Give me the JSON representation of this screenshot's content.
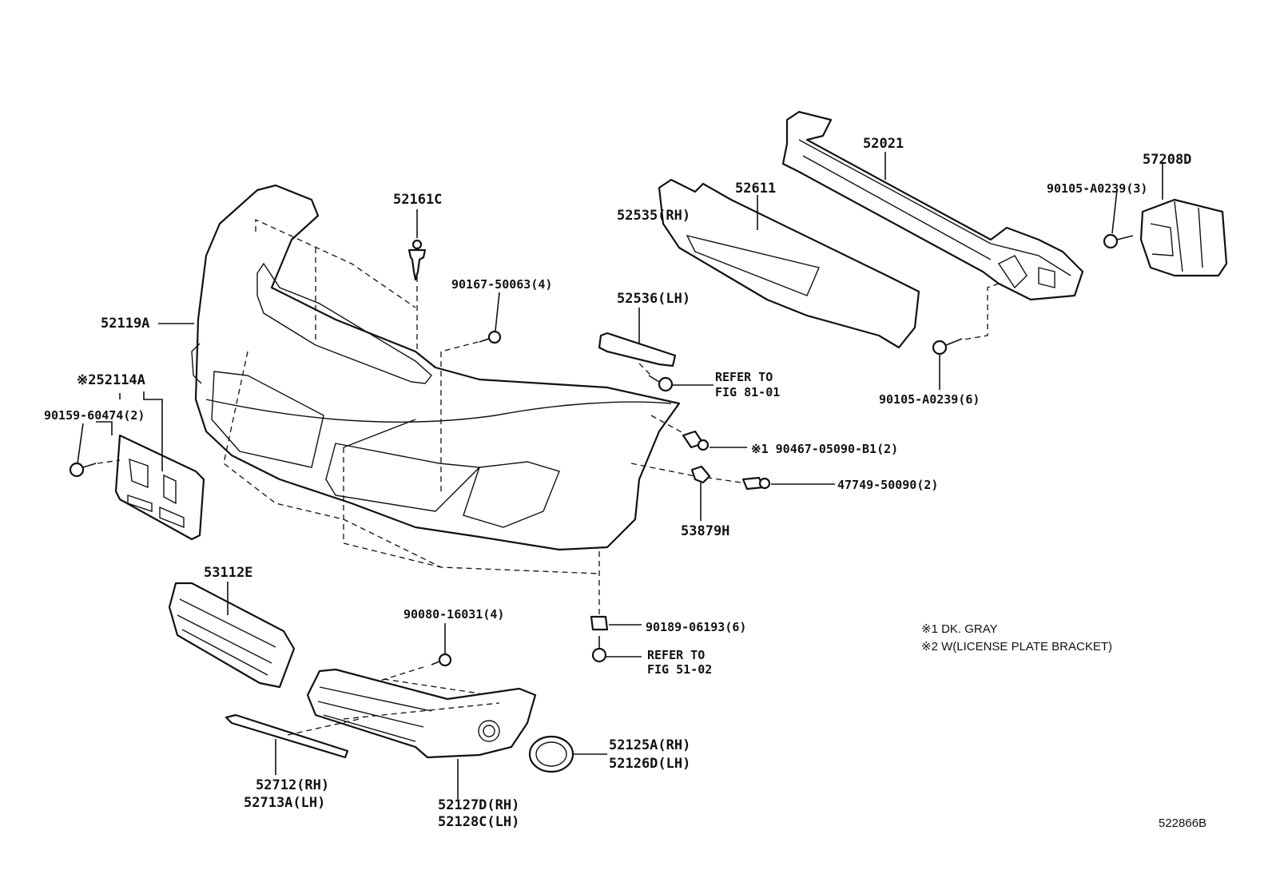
{
  "parts": {
    "p52021": "52021",
    "p57208D": "57208D",
    "p52611": "52611",
    "p90105_3": "90105-A0239(3)",
    "p52161C": "52161C",
    "p90167": "90167-50063(4)",
    "p52535": "52535(RH)",
    "p52536": "52536(LH)",
    "p52119A": "52119A",
    "p52114A": "52114A",
    "p52114A_mark": "※2",
    "p90159": "90159-60474(2)",
    "p90105_6": "90105-A0239(6)",
    "refer1_a": "REFER TO",
    "refer1_b": "FIG 81-01",
    "p90467_mark": "※1",
    "p90467": "90467-05090-B1(2)",
    "p47749": "47749-50090(2)",
    "p53879H": "53879H",
    "p53112E": "53112E",
    "p90080": "90080-16031(4)",
    "p90189": "90189-06193(6)",
    "refer2_a": "REFER TO",
    "refer2_b": "FIG 51-02",
    "p52125A": "52125A(RH)",
    "p52126D": "52126D(LH)",
    "p52712": "52712(RH)",
    "p52713A": "52713A(LH)",
    "p52127D": "52127D(RH)",
    "p52128C": "52128C(LH)"
  },
  "notes": {
    "note1": "※1 DK. GRAY",
    "note2": "※2 W(LICENSE PLATE BRACKET)"
  },
  "diagram_id": "522866B"
}
